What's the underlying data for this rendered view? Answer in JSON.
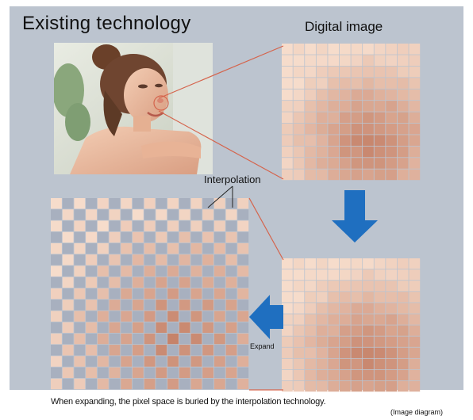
{
  "title": "Existing technology",
  "digital_image_label": "Digital image",
  "interpolation_label": "Interpolation",
  "expand_label": "Expand",
  "caption": "When expanding, the pixel space is buried by the interpolation technology.",
  "note": "(Image diagram)",
  "colors": {
    "panel": "#bcc4cf",
    "arrow": "#1f6fc0",
    "leader_line": "#d5644c",
    "interpolated_pixel": "#a8b0bf",
    "skin_light": "#f6dccb",
    "skin_dark": "#c0785e"
  }
}
